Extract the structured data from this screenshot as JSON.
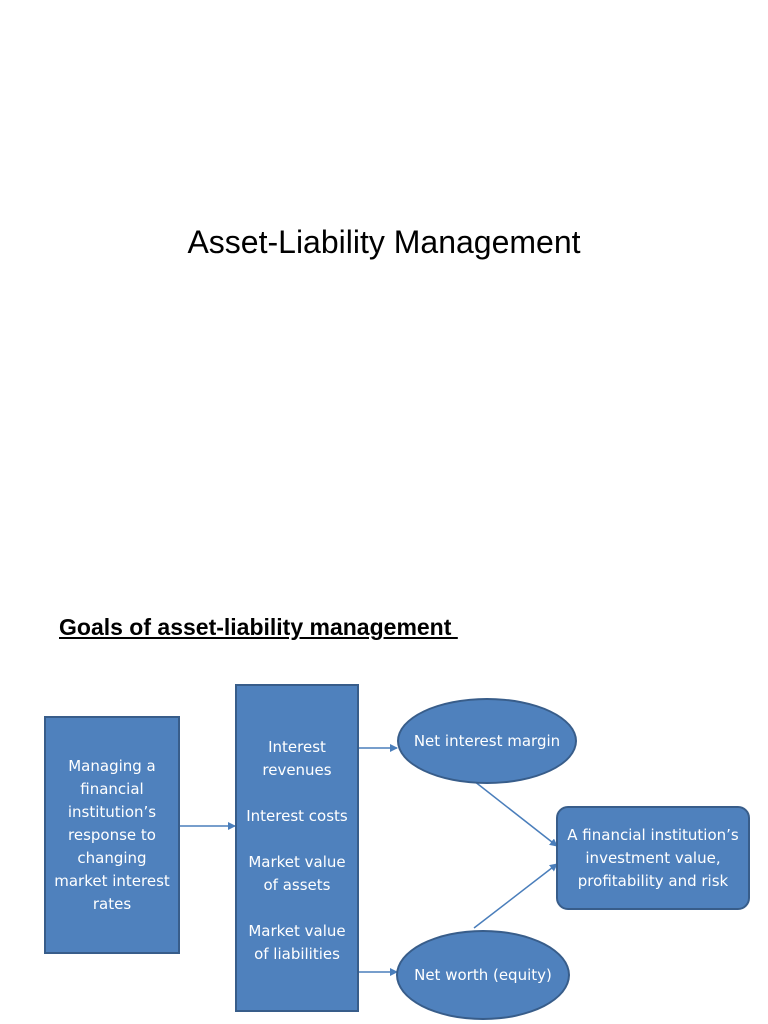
{
  "slide1": {
    "title": "Asset-Liability Management"
  },
  "slide2": {
    "heading": "Goals of asset-liability management ",
    "left_box": "Managing a financial institution’s response to changing market interest rates",
    "middle_items": [
      "Interest revenues",
      "Interest costs",
      "Market value of assets",
      "Market value of liabilities"
    ],
    "ellipse_top": "Net interest margin",
    "ellipse_bottom": "Net worth (equity)",
    "result_box": "A financial institution’s investment value, profitability and risk"
  },
  "colors": {
    "shape_fill": "#4f81bd",
    "shape_border": "#385d8a",
    "connector": "#4a7ebb",
    "text_on_shape": "#ffffff"
  }
}
